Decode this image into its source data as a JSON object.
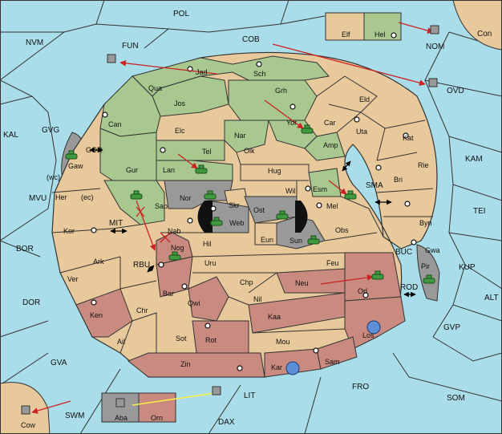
{
  "colors": {
    "sea": "#a9dde9",
    "land": "#e8c99b",
    "green": "#a8c890",
    "red": "#c98a80",
    "grey": "#999999",
    "fleet": "#5b8fd6",
    "army": "#3f9a3f",
    "order_arrow": "#cc2222",
    "support_line": "#f5ef4a"
  },
  "regions": {
    "pol": "POL",
    "nvm": "NVM",
    "fun": "FUN",
    "cob": "COB",
    "elf": "Elf",
    "hel": "Hel",
    "nom": "NOM",
    "con": "Con",
    "ovd": "OVD",
    "jad": "Jad",
    "sch": "Sch",
    "qua": "Qua",
    "jos": "Jos",
    "grh": "Grh",
    "eld": "Eld",
    "can": "Can",
    "car": "Car",
    "kal": "KAL",
    "gvg": "GVG",
    "elc": "Elc",
    "nar": "Nar",
    "yor": "Yor",
    "uta": "Uta",
    "kat": "Kat",
    "gor": "GOR",
    "tel": "Tel",
    "olk": "Olk",
    "amp": "Amp",
    "kam": "KAM",
    "gaw": "Gaw",
    "gur": "Gur",
    "lan": "Lan",
    "hug": "Hug",
    "rie": "Rie",
    "bri": "Bri",
    "wc": "(wc)",
    "ec": "(ec)",
    "mvu": "MVU",
    "her": "Her",
    "nor": "Nor",
    "skr": "Skr",
    "ost": "Ost",
    "wil": "Wil",
    "esm": "Esm",
    "sma": "SMA",
    "tei": "TEI",
    "mit": "MIT",
    "sap": "Sap",
    "web": "Web",
    "mel": "Mel",
    "byn": "Byn",
    "kor": "Kor",
    "nab": "Nab",
    "eun": "Eun",
    "sun": "Sun",
    "obs": "Obs",
    "gwa": "Gwa",
    "bor": "BOR",
    "ark": "Ark",
    "hil": "Hil",
    "rbu": "RBU",
    "nog": "Nog",
    "buc": "BUC",
    "kup": "KUP",
    "uru": "Uru",
    "feu": "Feu",
    "pir": "Pir",
    "ver": "Ver",
    "chp": "Chp",
    "neu": "Neu",
    "orl": "Orl",
    "rod": "ROD",
    "dor": "DOR",
    "bar": "Bar",
    "qwi": "Qwi",
    "nil": "Nil",
    "alt": "ALT",
    "ken": "Ken",
    "chr": "Chr",
    "kaa": "Kaa",
    "los": "Los",
    "gvp": "GVP",
    "ail": "Ail",
    "sot": "Sot",
    "rot": "Rot",
    "mou": "Mou",
    "gva": "GVA",
    "zin": "Zin",
    "sam": "Sam",
    "kar": "Kar",
    "fro": "FRO",
    "lit": "LIT",
    "som": "SOM",
    "swm": "SWM",
    "aba": "Aba",
    "orn": "Orn",
    "dax": "DAX",
    "cow": "Cow"
  }
}
